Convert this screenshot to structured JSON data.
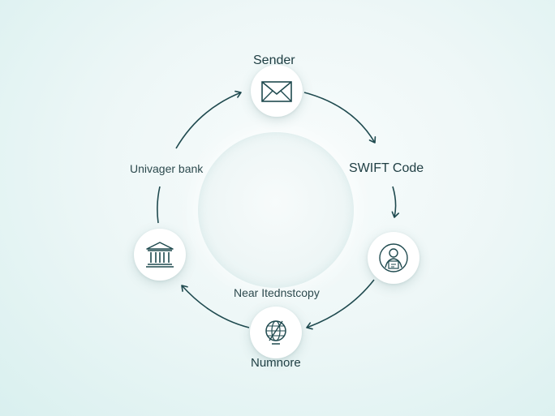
{
  "nodes": {
    "sender": {
      "label": "Sender",
      "icon": "envelope-icon"
    },
    "swift": {
      "label": "SWIFT Code",
      "icon": "person-with-document-icon"
    },
    "intermediary": {
      "label": "Numnore",
      "icon": "globe-icon"
    },
    "bank": {
      "label": "Univager bank",
      "icon": "bank-building-icon"
    }
  },
  "center_caption": "Near Itednstcopy",
  "colors": {
    "stroke": "#1f4a4f",
    "background": "#e6f4f3",
    "node_fill": "#ffffff"
  }
}
